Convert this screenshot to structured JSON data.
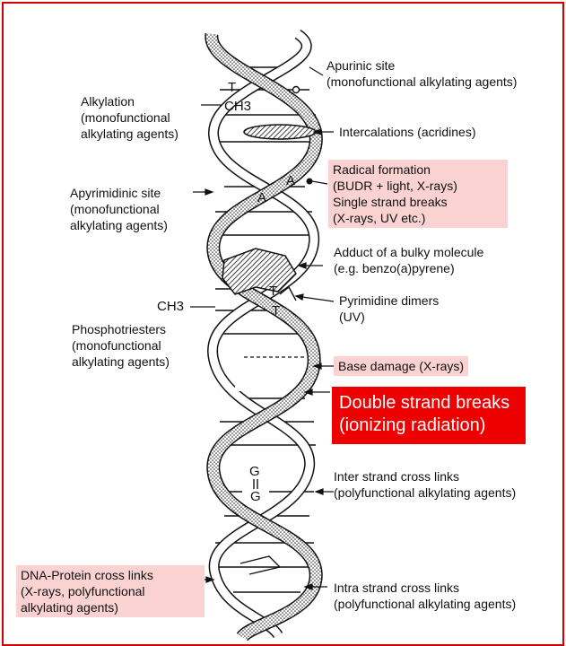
{
  "labels": {
    "apurinic": "Apurinic site\n(monofunctional alkylating agents)",
    "alkylation": "Alkylation\n(monofunctional\nalkylating agents)",
    "intercalations": "Intercalations (acridines)",
    "radical": "Radical formation\n(BUDR + light, X-rays)\nSingle strand breaks\n(X-rays, UV etc.)",
    "apyrimidinic": "Apyrimidinic site\n(monofunctional\nalkylating agents)",
    "adduct": "Adduct of a bulky molecule\n(e.g. benzo(a)pyrene)",
    "pyrimidine_dimers": "Pyrimidine dimers\n(UV)",
    "phosphotriesters": "Phosphotriesters\n(monofunctional\nalkylating agents)",
    "base_damage": "Base damage (X-rays)",
    "double_strand": "Double strand breaks\n(ionizing radiation)",
    "inter_strand": "Inter strand cross links\n(polyfunctional alkylating agents)",
    "dna_protein": "DNA-Protein cross links\n(X-rays, polyfunctional\nalkylating agents)",
    "intra_strand": "Intra strand cross links\n(polyfunctional alkylating agents)"
  },
  "molecule_labels": {
    "t_top": "T",
    "ch3_top": "CH3",
    "a_upper": "A",
    "a_lower": "A",
    "ch3_left": "CH3",
    "t_dimer_1": "T",
    "t_dimer_2": "T",
    "g_1": "G",
    "g_2": "G"
  },
  "colors": {
    "frame": "#d40000",
    "highlight": "#fad2d2",
    "double_strand_box": "#ee0000"
  }
}
